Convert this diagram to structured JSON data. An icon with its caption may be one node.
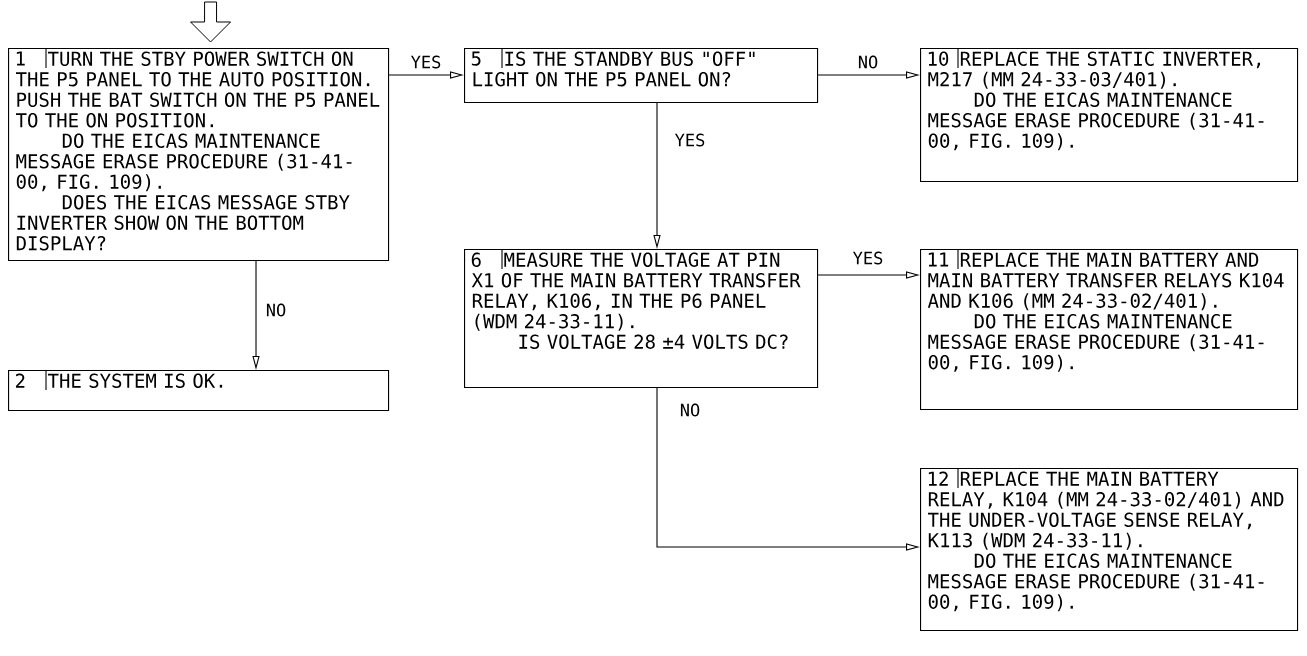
{
  "diagram": {
    "nodes": [
      {
        "text": [
          "1",
          "TURN THE STBY POWER SWITCH ON THE P5 PANEL TO THE AUTO POSITION.  PUSH THE BAT SWITCH ON THE P5 PANEL TO THE ON POSITION.",
          "DO THE EICAS MAINTENANCE MESSAGE ERASE PROCEDURE (31-41-00, FIG. 109).",
          "DOES THE EICAS MESSAGE STBY INVERTER SHOW ON THE BOTTOM DISPLAY?"
        ]
      },
      {
        "text": [
          "2",
          "THE SYSTEM IS OK."
        ]
      },
      {
        "text": [
          "5",
          "IS THE STANDBY BUS \"OFF\" LIGHT ON THE P5 PANEL ON?"
        ]
      },
      {
        "text": [
          "6",
          "MEASURE THE VOLTAGE AT PIN X1 OF THE MAIN BATTERY TRANSFER RELAY, K106, IN THE P6 PANEL (WDM 24-33-11).",
          "IS VOLTAGE 28 ±4 VOLTS DC?"
        ]
      },
      {
        "text": [
          "10",
          "REPLACE THE STATIC INVERTER, M217 (MM 24-33-03/401).",
          "DO THE EICAS MAINTENANCE MESSAGE ERASE PROCEDURE (31-41-00, FIG. 109)."
        ]
      },
      {
        "text": [
          "11",
          "REPLACE THE MAIN BATTERY AND MAIN BATTERY TRANSFER RELAYS K104 AND K106 (MM 24-33-02/401).",
          "DO THE EICAS MAINTENANCE MESSAGE ERASE PROCEDURE (31-41-00, FIG. 109)."
        ]
      },
      {
        "text": [
          "12",
          "REPLACE THE MAIN BATTERY RELAY, K104 (MM 24-33-02/401) AND THE UNDER-VOLTAGE SENSE RELAY, K113 (WDM 24-33-11).",
          "DO THE EICAS MAINTENANCE MESSAGE ERASE PROCEDURE (31-41-00, FIG. 109)."
        ]
      }
    ],
    "edges": [
      {
        "from": null,
        "to": 0,
        "arrow": "to"
      },
      {
        "from": 0,
        "to": 2,
        "arrow": "to",
        "label": "YES"
      },
      {
        "from": 0,
        "to": 1,
        "arrow": "to",
        "label": "NO"
      },
      {
        "from": 2,
        "to": 4,
        "arrow": "to",
        "label": "NO"
      },
      {
        "from": 2,
        "to": 3,
        "arrow": "to",
        "label": "YES"
      },
      {
        "from": 3,
        "to": 5,
        "arrow": "to",
        "label": "YES"
      },
      {
        "from": 3,
        "to": 6,
        "arrow": "to",
        "label": "NO"
      }
    ]
  }
}
